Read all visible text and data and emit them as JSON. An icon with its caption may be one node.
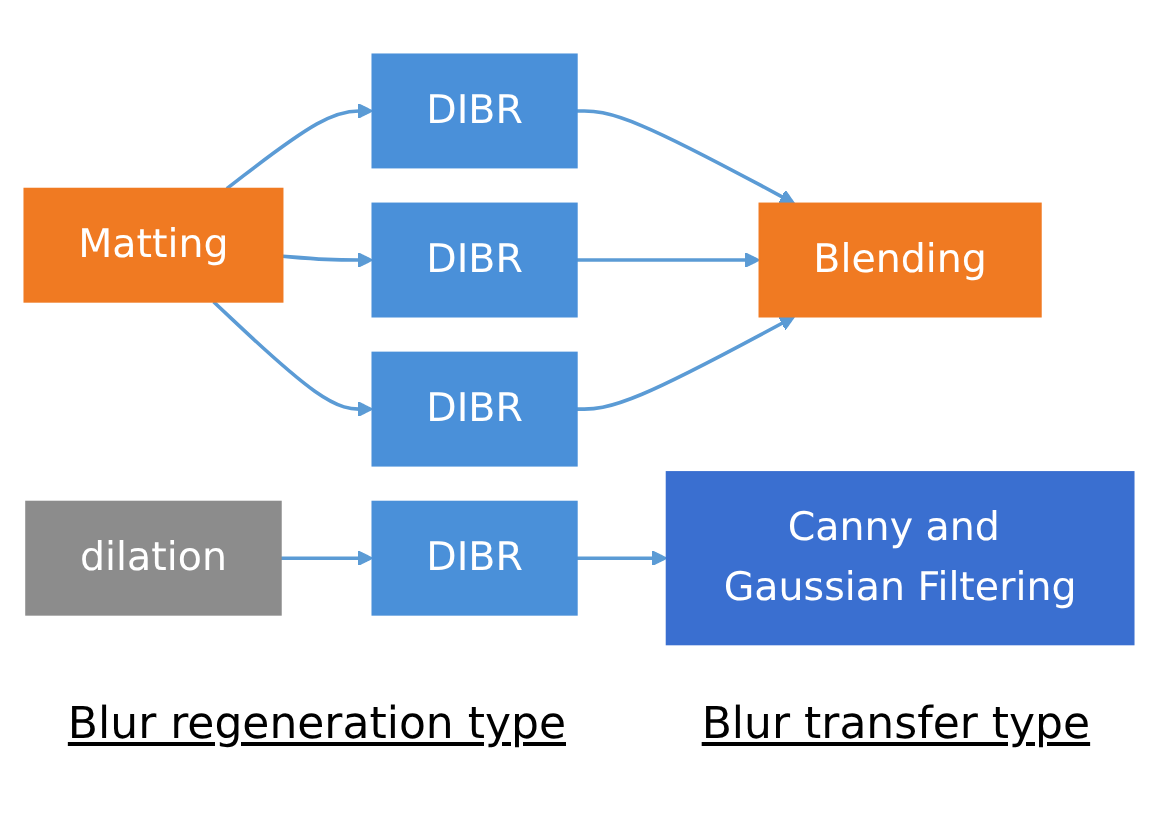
{
  "diagram": {
    "nodes": [
      {
        "text": [
          "Matting"
        ]
      },
      {
        "text": [
          "DIBR"
        ]
      },
      {
        "text": [
          "DIBR"
        ]
      },
      {
        "text": [
          "DIBR"
        ]
      },
      {
        "text": [
          "Blending"
        ]
      },
      {
        "text": [
          "dilation"
        ]
      },
      {
        "text": [
          "DIBR"
        ]
      },
      {
        "text": [
          "Canny and Gaussian Filtering"
        ]
      }
    ],
    "edges": [
      {
        "from": 0,
        "to": 1,
        "arrow": "to"
      },
      {
        "from": 0,
        "to": 2,
        "arrow": "to"
      },
      {
        "from": 0,
        "to": 3,
        "arrow": "to"
      },
      {
        "from": 1,
        "to": 4,
        "arrow": "to"
      },
      {
        "from": 2,
        "to": 4,
        "arrow": "to"
      },
      {
        "from": 3,
        "to": 4,
        "arrow": "to"
      },
      {
        "from": 5,
        "to": 6,
        "arrow": "to"
      },
      {
        "from": 6,
        "to": 7,
        "arrow": "to"
      }
    ],
    "labels": [
      "Blur regeneration type",
      "Blur transfer type"
    ]
  }
}
